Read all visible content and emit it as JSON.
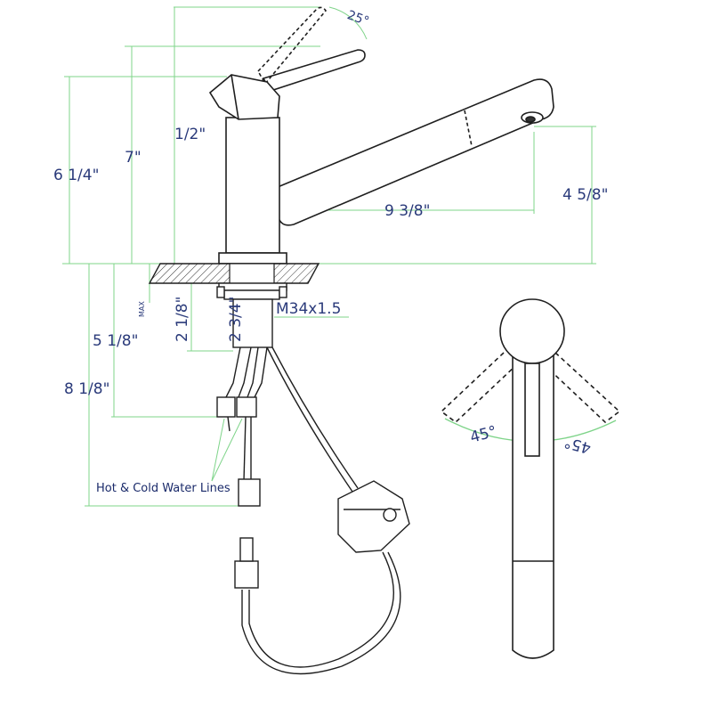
{
  "dimensions": {
    "lever_angle": "25°",
    "overall_height_label": "1/2\"",
    "spout_height_label": "7\"",
    "body_height_label": "6 1/4\"",
    "spout_reach_label": "9 3/8\"",
    "outlet_height_label": "4 5/8\"",
    "max_deck_thickness_label": "2 1/8\"",
    "max_tag": "MAX",
    "shank_length_label": "2 3/4\"",
    "thread_spec": "M34x1.5",
    "hose_inlet_label": "5 1/8\"",
    "supply_length_label": "8 1/8\"",
    "rotation_left": "45°",
    "rotation_right": "45°"
  },
  "callouts": {
    "water_lines": "Hot & Cold Water Lines"
  },
  "colors": {
    "outline": "#1f1f1f",
    "dimension_line": "#7fd48a",
    "dimension_text": "#2a3a7a",
    "arc": "#7fd48a"
  }
}
